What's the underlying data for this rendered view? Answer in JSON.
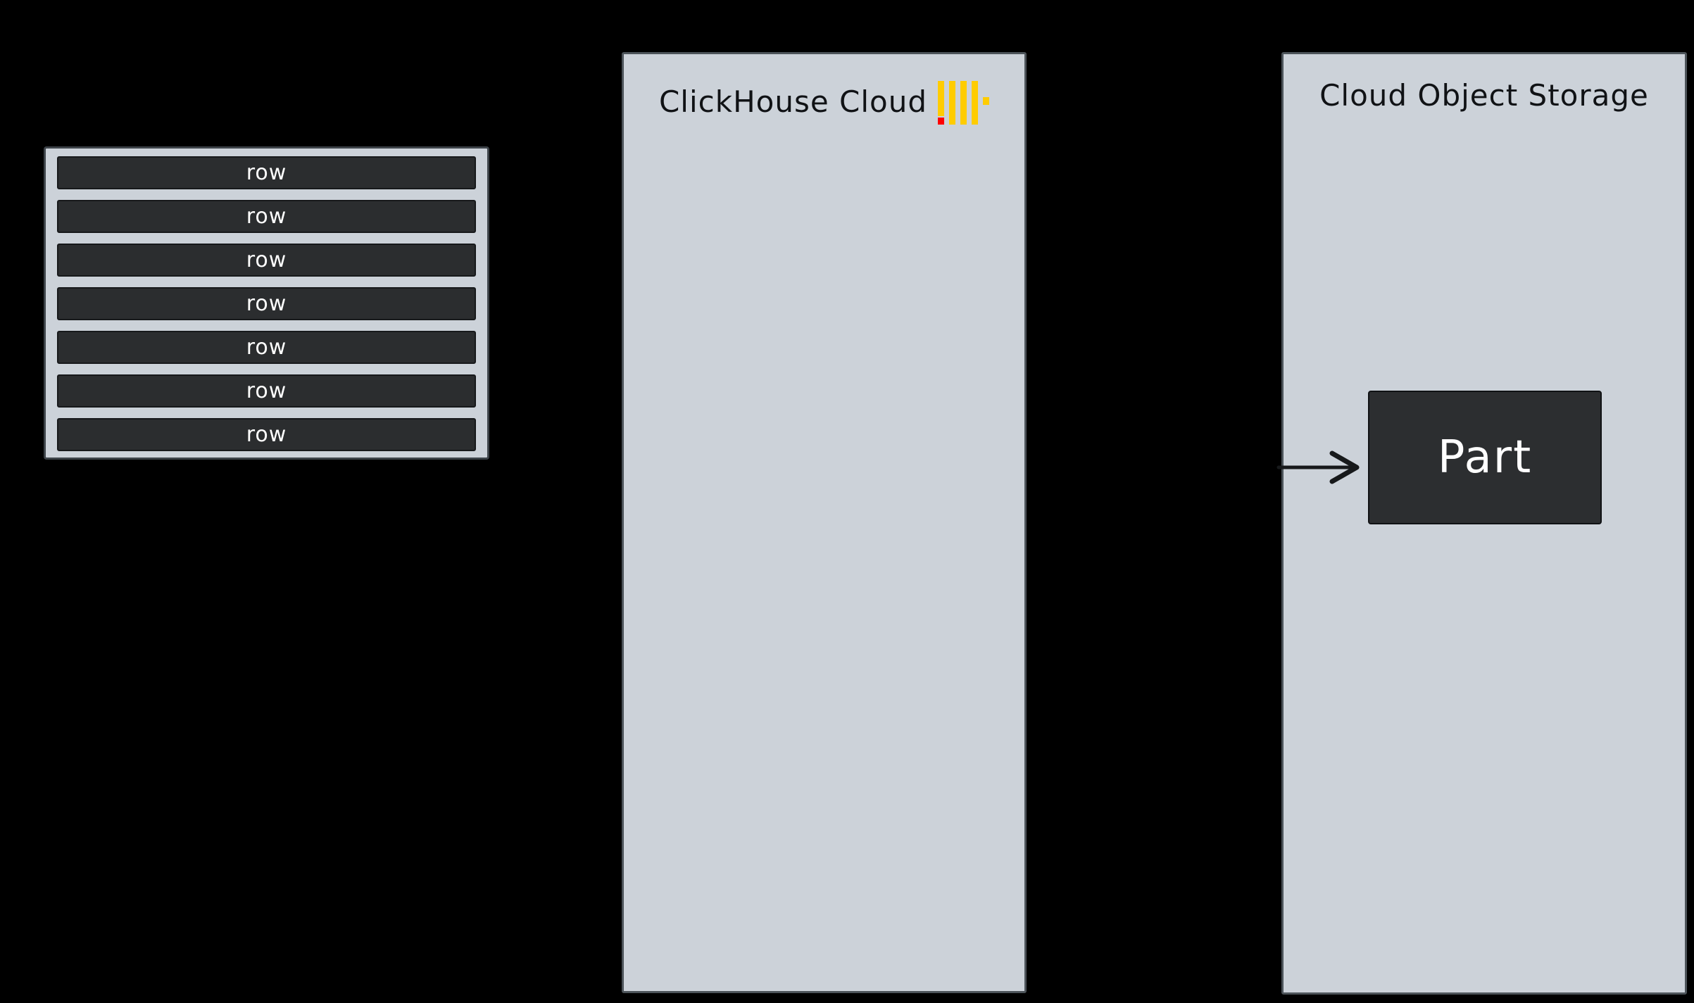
{
  "canvas": {
    "background": "#000000"
  },
  "table": {
    "rows": [
      "row",
      "row",
      "row",
      "row",
      "row",
      "row",
      "row"
    ]
  },
  "clickhouse_panel": {
    "title": "ClickHouse Cloud",
    "logo": {
      "name": "clickhouse-logo",
      "yellow": "#FFCC00",
      "red": "#FF0000",
      "bars": 4,
      "has_side_dot": true
    }
  },
  "storage_panel": {
    "title": "Cloud Object Storage",
    "part": {
      "label": "Part"
    }
  },
  "colors": {
    "panel_fill": "#CCD2D9",
    "panel_border": "#4D545A",
    "dark_fill": "#2B2D2F",
    "dark_border": "#17191B",
    "text_on_dark": "#FFFFFF",
    "text_on_light": "#101215",
    "arrow": "#17191B"
  }
}
